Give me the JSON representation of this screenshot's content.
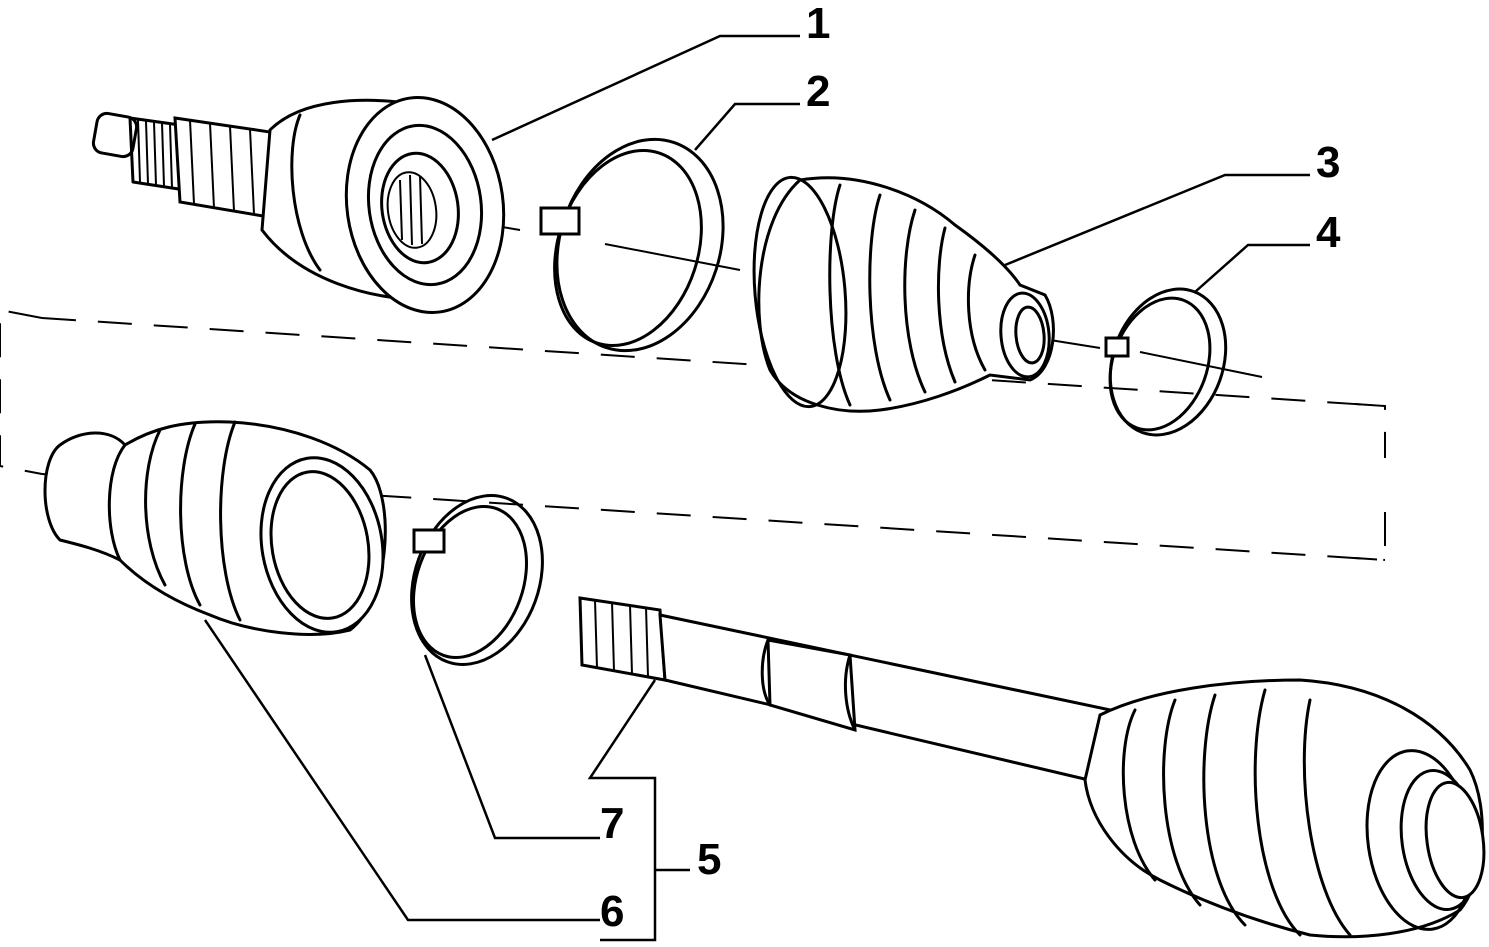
{
  "diagram": {
    "callouts": [
      {
        "id": "1",
        "text": "1"
      },
      {
        "id": "2",
        "text": "2"
      },
      {
        "id": "3",
        "text": "3"
      },
      {
        "id": "4",
        "text": "4"
      },
      {
        "id": "5",
        "text": "5"
      },
      {
        "id": "6",
        "text": "6"
      },
      {
        "id": "7",
        "text": "7"
      }
    ],
    "parts": [
      {
        "callout": "1",
        "icon": "cv-joint-outer-icon"
      },
      {
        "callout": "2",
        "icon": "clamp-ring-large-icon"
      },
      {
        "callout": "3",
        "icon": "boot-outer-icon"
      },
      {
        "callout": "4",
        "icon": "clamp-ring-small-icon"
      },
      {
        "callout": "5",
        "icon": "drive-shaft-icon"
      },
      {
        "callout": "6",
        "icon": "boot-inner-icon"
      },
      {
        "callout": "7",
        "icon": "clamp-ring-medium-icon"
      }
    ],
    "line_color": "#000000",
    "background": "#ffffff"
  }
}
